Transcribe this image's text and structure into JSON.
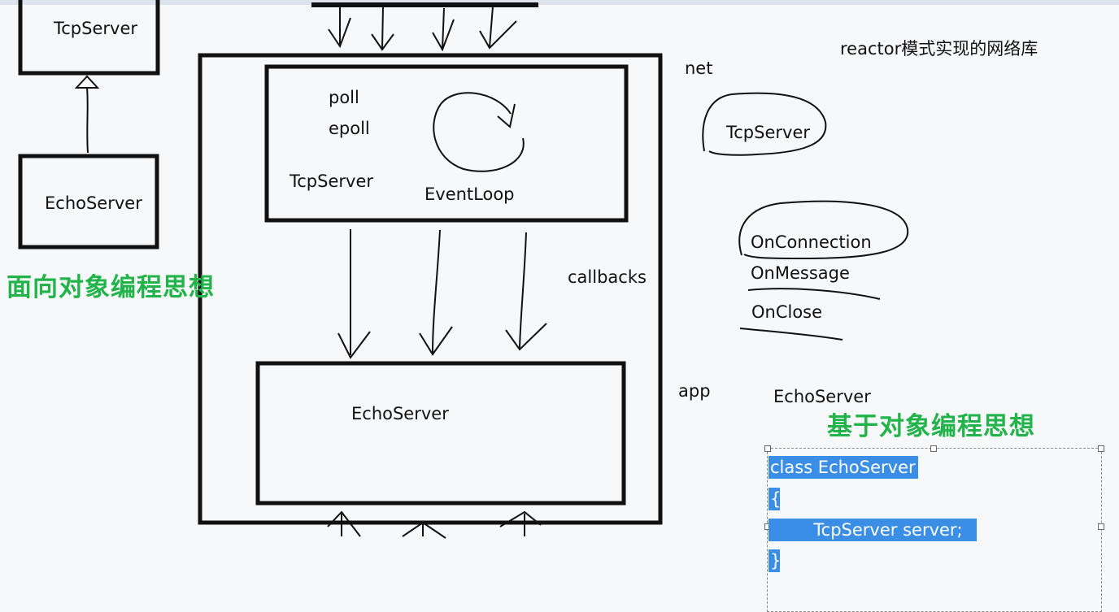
{
  "reference_diagram": {
    "base_class": "TcpServer",
    "derived_class": "EchoServer",
    "paradigm_label": "面向对象编程思想"
  },
  "main_diagram": {
    "inner_top_box": {
      "items": [
        "poll",
        "epoll",
        "TcpServer"
      ],
      "loop_label": "EventLoop"
    },
    "callbacks_label": "callbacks",
    "inner_bottom_box": {
      "label": "EchoServer"
    }
  },
  "side_notes": {
    "title": "reactor模式实现的网络库",
    "net_label": "net",
    "net_class": "TcpServer",
    "callbacks": [
      "OnConnection",
      "OnMessage",
      "OnClose"
    ],
    "app_label": "app",
    "app_class": "EchoServer",
    "paradigm_label": "基于对象编程思想"
  },
  "code_selection": {
    "lines": [
      "class EchoServer",
      "{",
      "        TcpServer server;",
      "}"
    ],
    "highlight_color": "#3a8ee6"
  },
  "colors": {
    "green_label": "#22b44a",
    "ink": "#111111"
  }
}
